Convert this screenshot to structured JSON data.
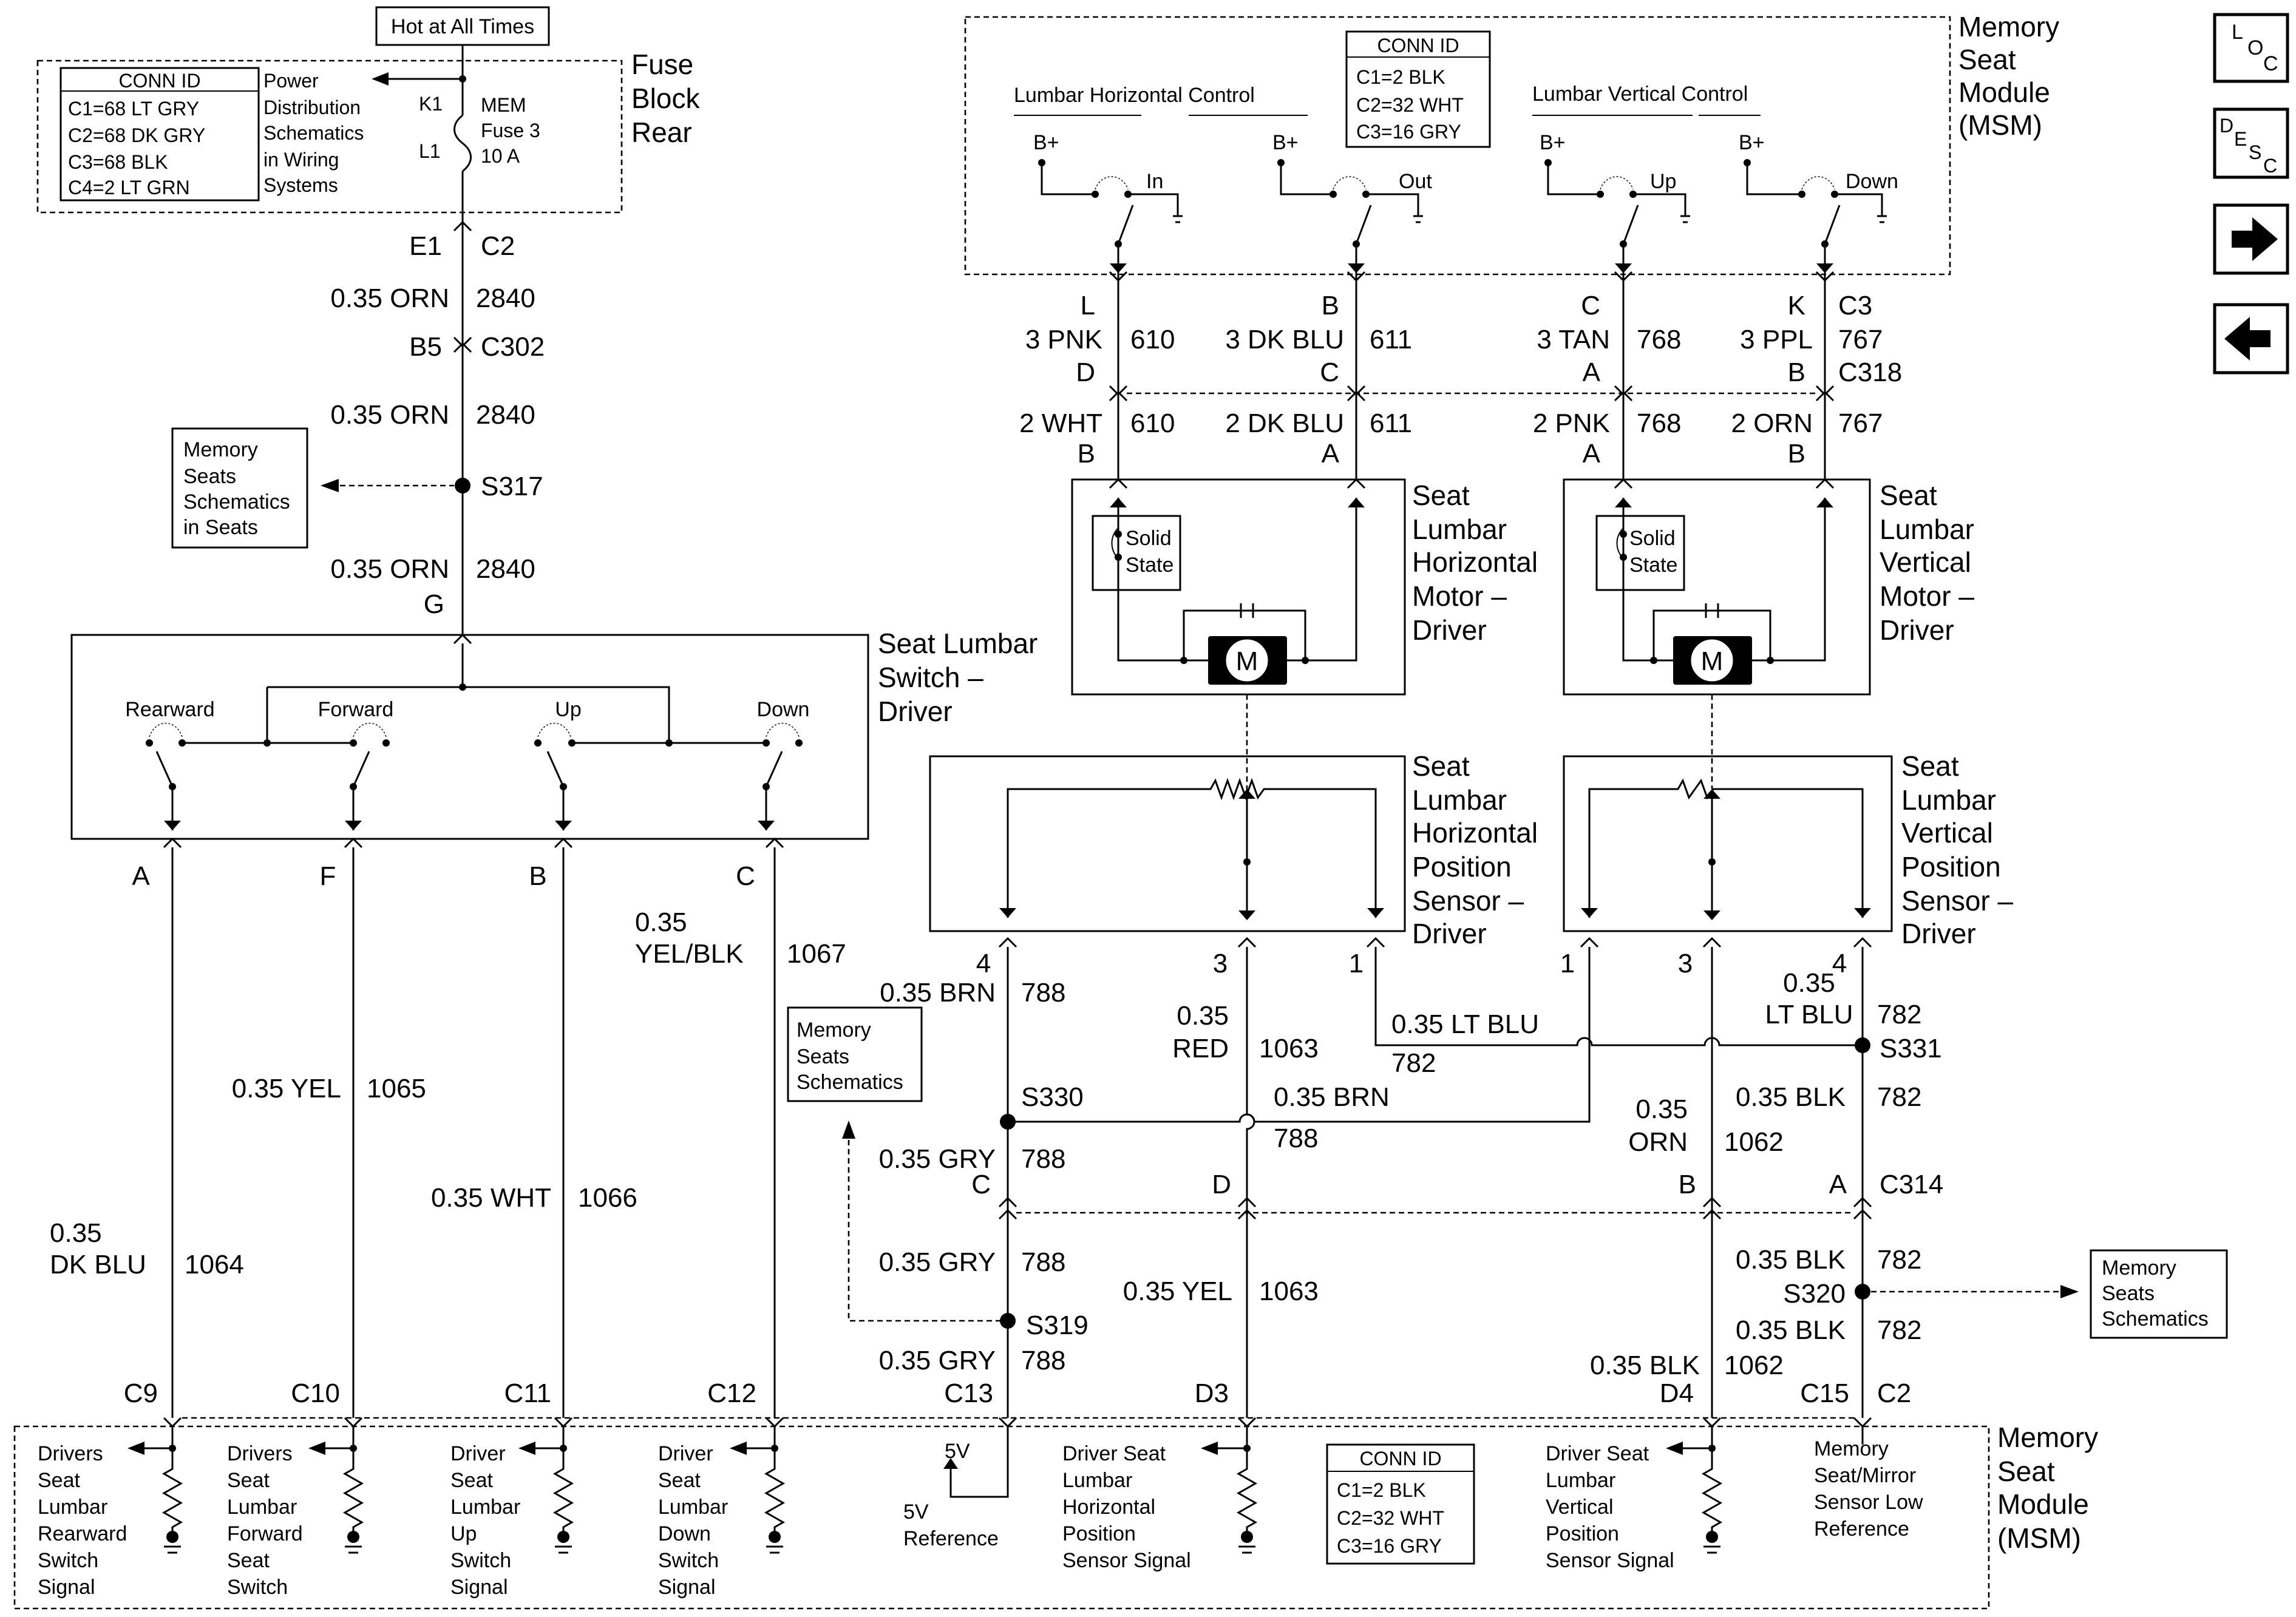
{
  "nav": {
    "loc": {
      "l": "L",
      "o": "O",
      "c": "C"
    },
    "desc": {
      "d": "D",
      "e": "E",
      "s": "S",
      "c": "C"
    },
    "next_icon": "arrow-right-icon",
    "prev_icon": "arrow-left-icon"
  },
  "fuse_block": {
    "hot_label": "Hot at All Times",
    "title": [
      "Fuse",
      "Block",
      "Rear"
    ],
    "conn_id": {
      "title": "CONN ID",
      "rows": [
        "C1=68 LT GRY",
        "C2=68 DK GRY",
        "C3=68 BLK",
        "C4=2 LT GRN"
      ]
    },
    "power_ref": [
      "Power",
      "Distribution",
      "Schematics",
      "in Wiring",
      "Systems"
    ],
    "k1": "K1",
    "l1": "L1",
    "fuse_label": [
      "MEM",
      "Fuse 3",
      "10 A"
    ]
  },
  "feed": {
    "e1": "E1",
    "c2": "C2",
    "wire1_color": "0.35 ORN",
    "wire1_num": "2840",
    "b5": "B5",
    "c302": "C302",
    "wire2_color": "0.35 ORN",
    "wire2_num": "2840",
    "s317": "S317",
    "memory_ref": [
      "Memory",
      "Seats",
      "Schematics",
      "in Seats"
    ],
    "wire3_color": "0.35 ORN",
    "wire3_num": "2840",
    "g": "G"
  },
  "lumbar_switch": {
    "title": [
      "Seat Lumbar",
      "Switch –",
      "Driver"
    ],
    "contacts": [
      "Rearward",
      "Forward",
      "Up",
      "Down"
    ],
    "pins": [
      "A",
      "F",
      "B",
      "C"
    ]
  },
  "switch_wires": {
    "a": {
      "color": [
        "0.35",
        "DK BLU"
      ],
      "num": "1064"
    },
    "f": {
      "color": "0.35 YEL",
      "num": "1065"
    },
    "b": {
      "color": "0.35 WHT",
      "num": "1066"
    },
    "c": {
      "color": [
        "0.35",
        "YEL/BLK"
      ],
      "num": "1067"
    }
  },
  "msm_top": {
    "title": [
      "Memory",
      "Seat",
      "Module",
      "(MSM)"
    ],
    "conn_id": {
      "title": "CONN ID",
      "rows": [
        "C1=2 BLK",
        "C2=32 WHT",
        "C3=16 GRY"
      ]
    },
    "horizontal_control": "Lumbar Horizontal Control",
    "vertical_control": "Lumbar Vertical Control",
    "bplus": "B+",
    "contacts": [
      "In",
      "Out",
      "Up",
      "Down"
    ]
  },
  "motor_wires": {
    "pins_top": [
      "L",
      "B",
      "C",
      "K"
    ],
    "c3": "C3",
    "upper": [
      {
        "color": "3 PNK",
        "num": "610"
      },
      {
        "color": "3 DK BLU",
        "num": "611"
      },
      {
        "color": "3 TAN",
        "num": "768"
      },
      {
        "color": "3 PPL",
        "num": "767"
      }
    ],
    "pins_c318_upper": [
      "D",
      "C",
      "A",
      "B"
    ],
    "c318": "C318",
    "lower": [
      {
        "color": "2 WHT",
        "num": "610"
      },
      {
        "color": "2 DK BLU",
        "num": "611"
      },
      {
        "color": "2 PNK",
        "num": "768"
      },
      {
        "color": "2 ORN",
        "num": "767"
      }
    ],
    "pins_motor": [
      "B",
      "A",
      "A",
      "B"
    ]
  },
  "motors": {
    "horizontal": {
      "title": [
        "Seat",
        "Lumbar",
        "Horizontal",
        "Motor –",
        "Driver"
      ],
      "solid_state": [
        "Solid",
        "State"
      ],
      "m": "M"
    },
    "vertical": {
      "title": [
        "Seat",
        "Lumbar",
        "Vertical",
        "Motor –",
        "Driver"
      ],
      "solid_state": [
        "Solid",
        "State"
      ],
      "m": "M"
    }
  },
  "sensors": {
    "horizontal": {
      "title": [
        "Seat",
        "Lumbar",
        "Horizontal",
        "Position",
        "Sensor –",
        "Driver"
      ],
      "pins": [
        "4",
        "3",
        "1"
      ]
    },
    "vertical": {
      "title": [
        "Seat",
        "Lumbar",
        "Vertical",
        "Position",
        "Sensor –",
        "Driver"
      ],
      "pins": [
        "1",
        "3",
        "4"
      ]
    }
  },
  "sensor_wires": {
    "h4": {
      "color": "0.35 BRN",
      "num": "788"
    },
    "h3": {
      "color": [
        "0.35",
        "RED"
      ],
      "num": "1063"
    },
    "h1": {
      "color": "0.35 LT BLU",
      "num": "782"
    },
    "v4": {
      "color": [
        "0.35",
        "LT BLU"
      ],
      "num": "782"
    },
    "s331": "S331",
    "s330": "S330",
    "brn_cross": {
      "color": "0.35 BRN",
      "num": "788"
    },
    "v3": {
      "color": [
        "0.35",
        "ORN"
      ],
      "num": "1062"
    },
    "blk_a": {
      "color": "0.35 BLK",
      "num": "782"
    },
    "gry_c": {
      "color": "0.35 GRY",
      "num": "788"
    },
    "c314_pins": [
      "C",
      "D",
      "B",
      "A"
    ],
    "c314": "C314",
    "memory_ref_left": [
      "Memory",
      "Seats",
      "Schematics"
    ],
    "gry_lower": {
      "color": "0.35 GRY",
      "num": "788"
    },
    "yel_lower": {
      "color": "0.35 YEL",
      "num": "1063"
    },
    "blk_lower": {
      "color": "0.35 BLK",
      "num": "782"
    },
    "s320": "S320",
    "s319": "S319",
    "blk_s320": {
      "color": "0.35 BLK",
      "num": "782"
    },
    "gry_s319": {
      "color": "0.35 GRY",
      "num": "788"
    },
    "blk_1062": {
      "color": "0.35 BLK",
      "num": "1062"
    },
    "memory_ref_right": [
      "Memory",
      "Seats",
      "Schematics"
    ]
  },
  "msm_bottom": {
    "title": [
      "Memory",
      "Seat",
      "Module",
      "(MSM)"
    ],
    "pins": [
      "C9",
      "C10",
      "C11",
      "C12",
      "C13",
      "D3",
      "D4",
      "C15",
      "C2"
    ],
    "conn_id": {
      "title": "CONN ID",
      "rows": [
        "C1=2 BLK",
        "C2=32 WHT",
        "C3=16 GRY"
      ]
    },
    "v5": "5V",
    "signals": [
      [
        "Drivers",
        "Seat",
        "Lumbar",
        "Rearward",
        "Switch",
        "Signal"
      ],
      [
        "Drivers",
        "Seat",
        "Lumbar",
        "Forward",
        "Seat",
        "Switch"
      ],
      [
        "Driver",
        "Seat",
        "Lumbar",
        "Up",
        "Switch",
        "Signal"
      ],
      [
        "Driver",
        "Seat",
        "Lumbar",
        "Down",
        "Switch",
        "Signal"
      ],
      [
        "5V",
        "Reference"
      ],
      [
        "Driver Seat",
        "Lumbar",
        "Horizontal",
        "Position",
        "Sensor Signal"
      ],
      [
        "Driver Seat",
        "Lumbar",
        "Vertical",
        "Position",
        "Sensor Signal"
      ],
      [
        "Memory",
        "Seat/Mirror",
        "Sensor Low",
        "Reference"
      ]
    ]
  }
}
